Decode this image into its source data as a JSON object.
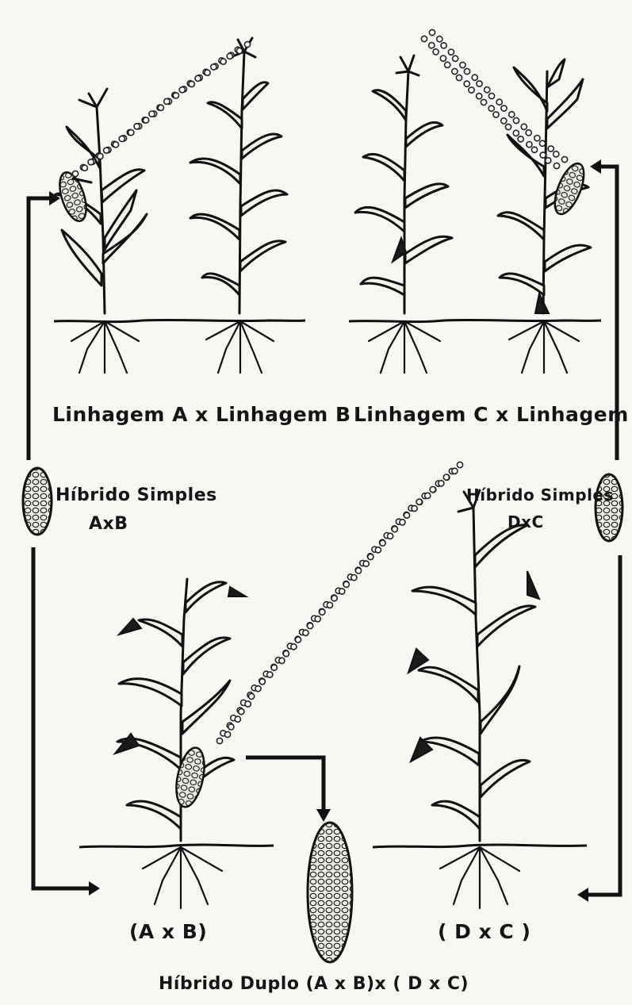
{
  "labels": {
    "linhagem_a_b": "Linhagem A x Linhagem B",
    "linhagem_c_d": "Linhagem C x Linhagem D",
    "hibrido_simples_ab_line1": "Híbrido Simples",
    "hibrido_simples_ab_line2": "AxB",
    "hibrido_simples_dc_line1": "Híbrido Simples",
    "hibrido_simples_dc_line2": "DxC",
    "cross_ab": "(A x B)",
    "cross_dc": "( D x C )",
    "hibrido_duplo": "Híbrido Duplo (A x B)x ( D x C)"
  }
}
